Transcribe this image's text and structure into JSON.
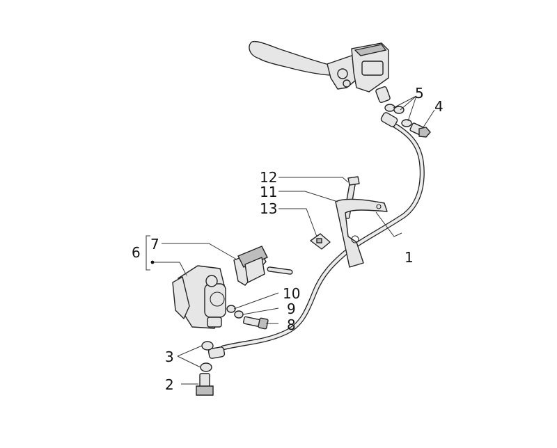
{
  "callouts": [
    {
      "id": "1",
      "label": "1"
    },
    {
      "id": "2",
      "label": "2"
    },
    {
      "id": "3",
      "label": "3"
    },
    {
      "id": "4",
      "label": "4"
    },
    {
      "id": "5",
      "label": "5"
    },
    {
      "id": "6",
      "label": "6"
    },
    {
      "id": "7",
      "label": "7"
    },
    {
      "id": "8",
      "label": "8"
    },
    {
      "id": "9",
      "label": "9"
    },
    {
      "id": "10",
      "label": "10"
    },
    {
      "id": "11",
      "label": "11"
    },
    {
      "id": "12",
      "label": "12"
    },
    {
      "id": "13",
      "label": "13"
    }
  ],
  "colors": {
    "line": "#222222",
    "fill": "#e6e6e6",
    "background": "#ffffff"
  }
}
